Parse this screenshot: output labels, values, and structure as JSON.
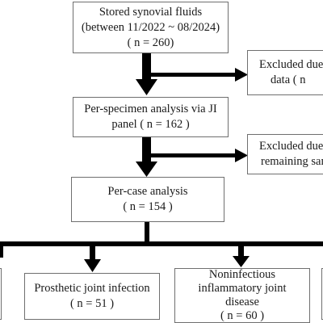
{
  "nodes": {
    "stored": {
      "lines": [
        "Stored synovial fluids",
        "(between 11/2022 ~ 08/2024)",
        "( n = 260)"
      ]
    },
    "excluded_data": {
      "lines": [
        "Excluded due",
        "data ( n"
      ]
    },
    "per_specimen": {
      "lines": [
        "Per-specimen analysis via JI",
        "panel ( n = 162 )"
      ]
    },
    "excluded_remaining": {
      "lines": [
        "Excluded due",
        "remaining sam"
      ]
    },
    "per_case": {
      "lines": [
        "Per-case analysis",
        "( n = 154 )"
      ]
    },
    "pji": {
      "lines": [
        "Prosthetic joint infection",
        "( n = 51 )"
      ]
    },
    "noninfectious": {
      "lines": [
        "Noninfectious",
        "inflammatory joint",
        "disease",
        "( n = 60 )"
      ]
    }
  },
  "colors": {
    "border": "#6f6f6f",
    "arrow": "#000000",
    "text": "#1a1a1a"
  }
}
